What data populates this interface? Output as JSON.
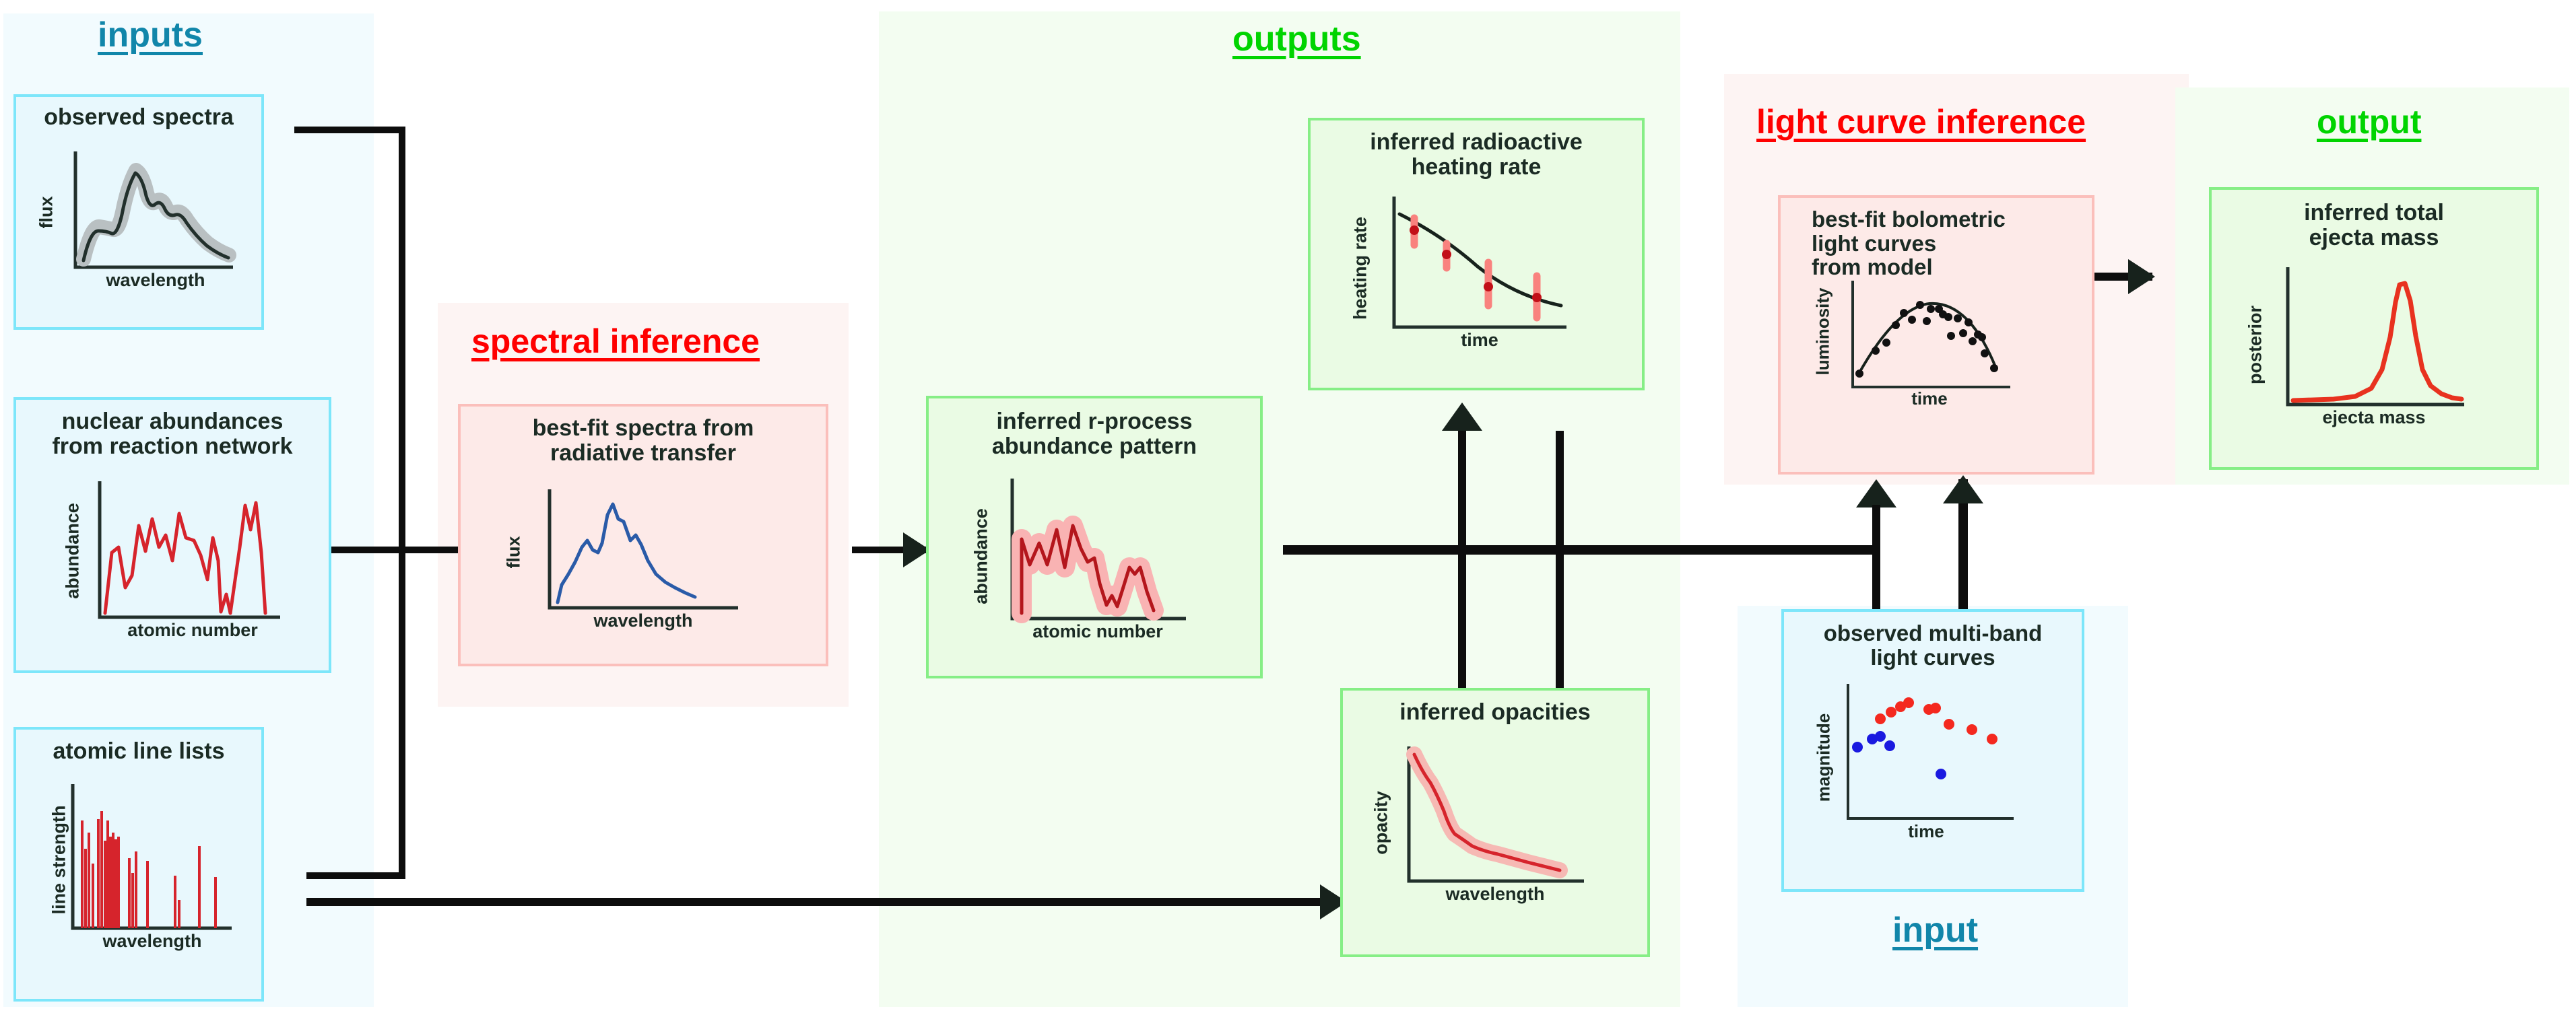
{
  "panels": {
    "inputs": {
      "title": "inputs"
    },
    "outputs": {
      "title": "outputs"
    },
    "spectral": {
      "title": "spectral inference"
    },
    "lightcurve": {
      "title": "light curve inference"
    },
    "output": {
      "title": "output"
    },
    "input_bottom": {
      "title": "input"
    }
  },
  "cards": {
    "observed_spectra": {
      "title": "observed spectra",
      "ylabel": "flux",
      "xlabel": "wavelength"
    },
    "nuclear_abundances": {
      "title": "nuclear abundances\nfrom reaction network",
      "title_l1": "nuclear abundances",
      "title_l2": "from reaction network",
      "ylabel": "abundance",
      "xlabel": "atomic number"
    },
    "atomic_line_lists": {
      "title": "atomic line lists",
      "ylabel": "line strength",
      "xlabel": "wavelength"
    },
    "best_fit_spectra": {
      "title_l1": "best-fit spectra from",
      "title_l2": "radiative transfer",
      "ylabel": "flux",
      "xlabel": "wavelength"
    },
    "rprocess": {
      "title_l1": "inferred r-process",
      "title_l2": "abundance pattern",
      "ylabel": "abundance",
      "xlabel": "atomic number"
    },
    "heating_rate": {
      "title_l1": "inferred radioactive",
      "title_l2": "heating rate",
      "ylabel": "heating rate",
      "xlabel": "time"
    },
    "opacities": {
      "title": "inferred opacities",
      "ylabel": "opacity",
      "xlabel": "wavelength"
    },
    "bolometric": {
      "title_l1": "best-fit bolometric",
      "title_l2": "light curves",
      "title_l3": "from model",
      "ylabel": "luminosity",
      "xlabel": "time"
    },
    "multiband": {
      "title_l1": "observed multi-band",
      "title_l2": "light curves",
      "ylabel": "magnitude",
      "xlabel": "time"
    },
    "ejecta_mass": {
      "title_l1": "inferred total",
      "title_l2": "ejecta mass",
      "ylabel": "posterior",
      "xlabel": "ejecta mass"
    }
  },
  "colors": {
    "input_accent": "#1186aa",
    "output_accent": "#00d400",
    "inference_accent": "#ff0000",
    "curve_red": "#d6242c",
    "curve_blue": "#2a5ba8",
    "curve_dark": "#22302c",
    "band_pink": "#f9b3b3",
    "band_grey": "#b9c0c2",
    "point_red": "#f4291f",
    "point_blue": "#1a1ae0"
  },
  "chart_data": [
    {
      "type": "line",
      "name": "observed-spectra",
      "title": "observed spectra",
      "xlabel": "wavelength",
      "ylabel": "flux",
      "grid": false,
      "legend": null,
      "band": true,
      "band_color": "#b9c0c2",
      "line_color": "#22302c",
      "x": [
        0,
        5,
        10,
        14,
        18,
        22,
        26,
        30,
        34,
        38,
        42,
        46,
        50,
        55,
        60,
        65,
        70,
        76,
        82,
        88,
        94,
        100
      ],
      "y": [
        8,
        24,
        38,
        42,
        40,
        44,
        62,
        82,
        95,
        88,
        72,
        66,
        70,
        62,
        58,
        60,
        52,
        42,
        33,
        26,
        21,
        18
      ]
    },
    {
      "type": "line",
      "name": "nuclear-abundances",
      "title": "nuclear abundances from reaction network",
      "xlabel": "atomic number",
      "ylabel": "abundance",
      "grid": false,
      "legend": null,
      "line_color": "#d6242c",
      "x": [
        0,
        4,
        8,
        12,
        16,
        20,
        24,
        28,
        32,
        36,
        40,
        44,
        48,
        52,
        56,
        60,
        64,
        68,
        72,
        76,
        80,
        84,
        88,
        92
      ],
      "y": [
        3,
        58,
        62,
        30,
        40,
        72,
        55,
        78,
        57,
        63,
        52,
        84,
        70,
        68,
        36,
        46,
        20,
        2,
        14,
        2,
        90,
        74,
        92,
        4
      ]
    },
    {
      "type": "bar",
      "name": "atomic-line-lists",
      "title": "atomic line lists",
      "xlabel": "wavelength",
      "ylabel": "line strength",
      "grid": false,
      "legend": null,
      "bar_color": "#d6242c",
      "positions": [
        8,
        10,
        11,
        13,
        16,
        18,
        19,
        21,
        22,
        23,
        24,
        25,
        31,
        32,
        33,
        41,
        57,
        58,
        75,
        86
      ],
      "values": [
        78,
        56,
        70,
        48,
        79,
        84,
        62,
        78,
        64,
        66,
        62,
        64,
        50,
        38,
        56,
        52,
        38,
        20,
        72,
        36
      ]
    },
    {
      "type": "line",
      "name": "best-fit-spectra",
      "title": "best-fit spectra from radiative transfer",
      "xlabel": "wavelength",
      "ylabel": "flux",
      "grid": false,
      "legend": null,
      "line_color": "#2a5ba8",
      "x": [
        0,
        4,
        10,
        16,
        20,
        24,
        28,
        32,
        36,
        40,
        46,
        52,
        58,
        64,
        70,
        76,
        84,
        92,
        100
      ],
      "y": [
        6,
        18,
        32,
        44,
        52,
        44,
        40,
        62,
        88,
        78,
        74,
        58,
        60,
        42,
        30,
        24,
        18,
        14,
        12
      ]
    },
    {
      "type": "line",
      "name": "inferred-rprocess-abundance",
      "title": "inferred r-process abundance pattern",
      "xlabel": "atomic number",
      "ylabel": "abundance",
      "grid": false,
      "legend": null,
      "band": true,
      "band_color": "#f9b3b3",
      "line_color": "#b4161c",
      "x": [
        2,
        2,
        7,
        12,
        17,
        22,
        27,
        32,
        37,
        42,
        47,
        52,
        57,
        62,
        67,
        72,
        77,
        82,
        87,
        92
      ],
      "y": [
        12,
        62,
        46,
        70,
        54,
        78,
        52,
        84,
        58,
        62,
        40,
        46,
        18,
        14,
        22,
        12,
        38,
        44,
        40,
        10
      ]
    },
    {
      "type": "scatter",
      "name": "inferred-heating-rate",
      "title": "inferred radioactive heating rate",
      "xlabel": "time",
      "ylabel": "heating rate",
      "grid": false,
      "legend": null,
      "fit_curve": {
        "type": "exponential-decay",
        "color": "#17221c"
      },
      "points": [
        {
          "x": 12,
          "y": 68,
          "err": 12,
          "color": "#c21018"
        },
        {
          "x": 33,
          "y": 50,
          "err": 10,
          "color": "#c21018"
        },
        {
          "x": 62,
          "y": 30,
          "err": 18,
          "color": "#c21018"
        },
        {
          "x": 88,
          "y": 24,
          "err": 16,
          "color": "#c21018"
        }
      ]
    },
    {
      "type": "line",
      "name": "inferred-opacities",
      "title": "inferred opacities",
      "xlabel": "wavelength",
      "ylabel": "opacity",
      "grid": false,
      "legend": null,
      "band": true,
      "band_color": "#f6b9b4",
      "line_color": "#d6242c",
      "x": [
        2,
        8,
        14,
        20,
        26,
        32,
        38,
        44,
        50,
        56,
        62,
        68,
        74,
        80,
        86,
        92,
        98
      ],
      "y": [
        92,
        82,
        74,
        62,
        50,
        44,
        40,
        34,
        31,
        29,
        28,
        25,
        24,
        21,
        19,
        16,
        14
      ]
    },
    {
      "type": "scatter",
      "name": "best-fit-bolometric-light-curves",
      "title": "best-fit bolometric light curves from model",
      "xlabel": "time",
      "ylabel": "luminosity",
      "grid": false,
      "legend": null,
      "fit_curve": {
        "type": "parabola",
        "color": "#17221c"
      },
      "points": [
        {
          "x": 4,
          "y": 10
        },
        {
          "x": 14,
          "y": 34
        },
        {
          "x": 22,
          "y": 40
        },
        {
          "x": 28,
          "y": 54
        },
        {
          "x": 34,
          "y": 62
        },
        {
          "x": 40,
          "y": 58
        },
        {
          "x": 46,
          "y": 70
        },
        {
          "x": 50,
          "y": 56
        },
        {
          "x": 52,
          "y": 66
        },
        {
          "x": 58,
          "y": 66
        },
        {
          "x": 60,
          "y": 62
        },
        {
          "x": 64,
          "y": 60
        },
        {
          "x": 66,
          "y": 42
        },
        {
          "x": 70,
          "y": 58
        },
        {
          "x": 74,
          "y": 44
        },
        {
          "x": 78,
          "y": 54
        },
        {
          "x": 82,
          "y": 38
        },
        {
          "x": 86,
          "y": 44
        },
        {
          "x": 88,
          "y": 42
        },
        {
          "x": 90,
          "y": 28
        },
        {
          "x": 96,
          "y": 16
        }
      ]
    },
    {
      "type": "scatter",
      "name": "observed-multi-band-light-curves",
      "title": "observed multi-band light curves",
      "xlabel": "time",
      "ylabel": "magnitude",
      "grid": false,
      "legend": null,
      "series": [
        {
          "name": "red-band",
          "color": "#f4291f",
          "points": [
            {
              "x": 14,
              "y": 60
            },
            {
              "x": 21,
              "y": 64
            },
            {
              "x": 27,
              "y": 70
            },
            {
              "x": 32,
              "y": 74
            },
            {
              "x": 46,
              "y": 68
            },
            {
              "x": 50,
              "y": 69
            },
            {
              "x": 58,
              "y": 56
            },
            {
              "x": 72,
              "y": 52
            },
            {
              "x": 86,
              "y": 44
            }
          ]
        },
        {
          "name": "blue-band",
          "color": "#1a1ae0",
          "points": [
            {
              "x": 5,
              "y": 32
            },
            {
              "x": 14,
              "y": 42
            },
            {
              "x": 19,
              "y": 46
            },
            {
              "x": 25,
              "y": 34
            },
            {
              "x": 54,
              "y": 12
            }
          ]
        }
      ]
    },
    {
      "type": "line",
      "name": "inferred-total-ejecta-mass-posterior",
      "title": "inferred total ejecta mass",
      "xlabel": "ejecta mass",
      "ylabel": "posterior",
      "grid": false,
      "legend": null,
      "line_color": "#e8321f",
      "x": [
        0,
        10,
        20,
        30,
        38,
        44,
        48,
        52,
        55,
        58,
        62,
        66,
        70,
        76,
        84,
        92,
        100
      ],
      "y": [
        3,
        3,
        5,
        9,
        18,
        42,
        72,
        92,
        96,
        86,
        56,
        30,
        18,
        11,
        7,
        5,
        4
      ]
    }
  ]
}
